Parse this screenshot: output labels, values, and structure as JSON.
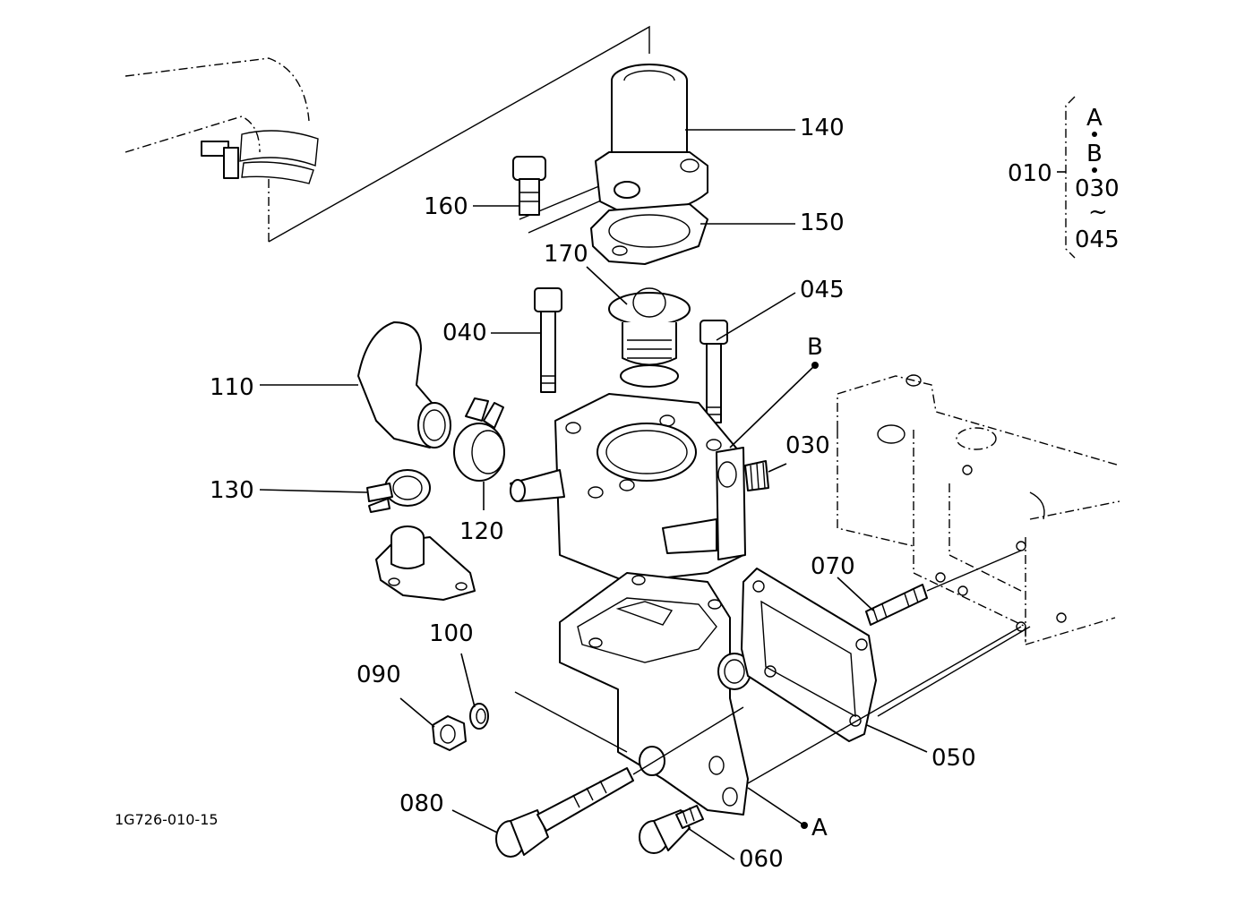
{
  "callouts": {
    "p140": "140",
    "p160": "160",
    "p150": "150",
    "p170": "170",
    "p045": "045",
    "p040": "040",
    "p110": "110",
    "p130": "130",
    "p120": "120",
    "p030": "030",
    "p070": "070",
    "p100": "100",
    "p090": "090",
    "p050": "050",
    "p080": "080",
    "p060": "060",
    "pB": "B",
    "pA": "A"
  },
  "legend": {
    "assembly": "010",
    "line1": "A",
    "line2": "B",
    "line3": "030",
    "tilde": "~",
    "line4": "045"
  },
  "figure_code": "1G726-010-15"
}
